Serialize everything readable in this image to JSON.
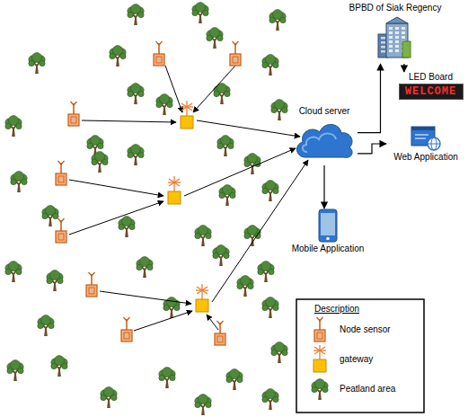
{
  "diagram": {
    "nodes": [
      {
        "text": [
          "Cloud server"
        ]
      },
      {
        "text": [
          "BPBD of Siak Regency"
        ]
      },
      {
        "text": [
          "LED Board",
          "WELCOME"
        ]
      },
      {
        "text": [
          "Web Application"
        ]
      },
      {
        "text": [
          "Mobile Application"
        ]
      }
    ],
    "edges": [
      {
        "from": 0,
        "to": 1,
        "arrow": "to"
      },
      {
        "from": 1,
        "to": 2,
        "arrow": "to"
      },
      {
        "from": 0,
        "to": 3,
        "arrow": "to"
      },
      {
        "from": 0,
        "to": 4,
        "arrow": "to"
      }
    ],
    "labels": [
      "Description"
    ],
    "legend": [
      {
        "text": "Node sensor"
      },
      {
        "text": "gateway"
      },
      {
        "text": "Peatland area"
      }
    ]
  }
}
